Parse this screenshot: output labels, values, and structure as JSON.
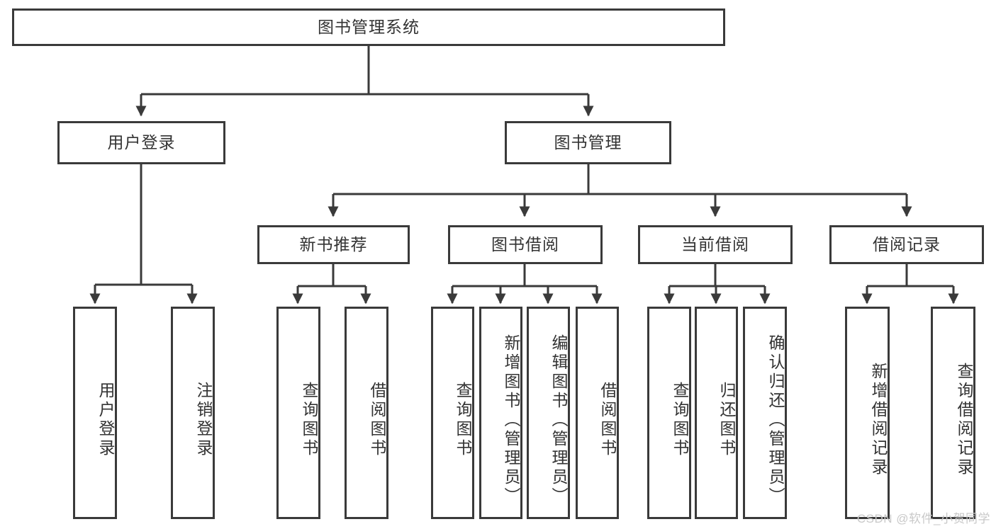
{
  "diagram": {
    "title": "图书管理系统",
    "watermark": "CSDN @软件_小贺同学",
    "line_color": "#3a3a3a",
    "text_color": "#333333",
    "background": "#ffffff"
  },
  "nodes": {
    "root": {
      "label": "图书管理系统"
    },
    "level2": [
      {
        "id": "user-login",
        "label": "用户登录"
      },
      {
        "id": "book-management",
        "label": "图书管理"
      }
    ],
    "level3": [
      {
        "id": "new-book-recommend",
        "label": "新书推荐"
      },
      {
        "id": "book-borrow",
        "label": "图书借阅"
      },
      {
        "id": "current-borrow",
        "label": "当前借阅"
      },
      {
        "id": "borrow-record",
        "label": "借阅记录"
      }
    ],
    "leaves": {
      "user-login": [
        {
          "id": "leaf-user-login",
          "label": "用户登录"
        },
        {
          "id": "leaf-user-logout",
          "label": "注销登录"
        }
      ],
      "new-book-recommend": [
        {
          "id": "leaf-query-book-1",
          "label": "查询图书"
        },
        {
          "id": "leaf-borrow-book-1",
          "label": "借阅图书"
        }
      ],
      "book-borrow": [
        {
          "id": "leaf-query-book-2",
          "label": "查询图书"
        },
        {
          "id": "leaf-add-book",
          "label": "新增图书（管理员）"
        },
        {
          "id": "leaf-edit-book",
          "label": "编辑图书（管理员）"
        },
        {
          "id": "leaf-borrow-book-2",
          "label": "借阅图书"
        }
      ],
      "current-borrow": [
        {
          "id": "leaf-query-book-3",
          "label": "查询图书"
        },
        {
          "id": "leaf-return-book",
          "label": "归还图书"
        },
        {
          "id": "leaf-confirm-return",
          "label": "确认归还（管理员）"
        }
      ],
      "borrow-record": [
        {
          "id": "leaf-add-record",
          "label": "新增借阅记录"
        },
        {
          "id": "leaf-query-record",
          "label": "查询借阅记录"
        }
      ]
    }
  }
}
